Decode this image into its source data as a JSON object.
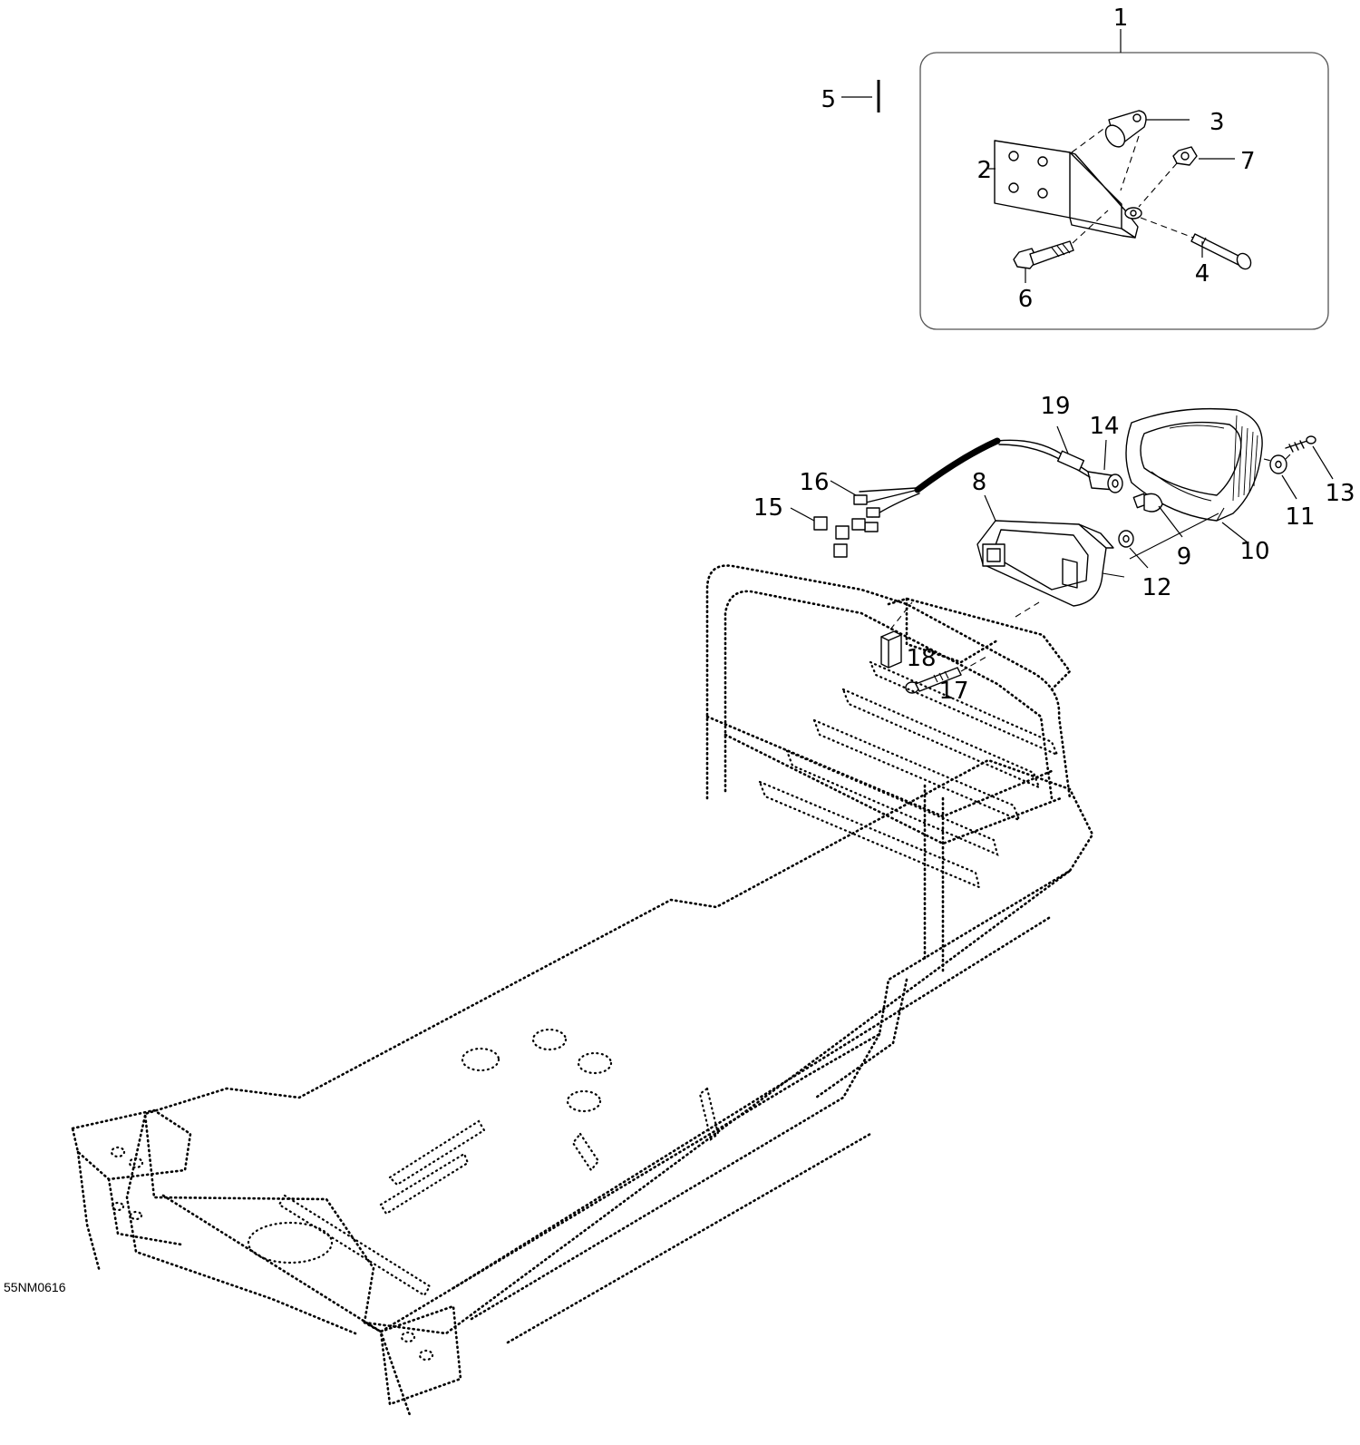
{
  "figure_ref": "55NM0616",
  "callouts": [
    {
      "label": "1"
    },
    {
      "label": "2"
    },
    {
      "label": "3"
    },
    {
      "label": "4"
    },
    {
      "label": "5"
    },
    {
      "label": "6"
    },
    {
      "label": "7"
    },
    {
      "label": "8"
    },
    {
      "label": "9"
    },
    {
      "label": "10"
    },
    {
      "label": "11"
    },
    {
      "label": "12"
    },
    {
      "label": "13"
    },
    {
      "label": "14"
    },
    {
      "label": "15"
    },
    {
      "label": "16"
    },
    {
      "label": "17"
    },
    {
      "label": "18"
    },
    {
      "label": "19"
    }
  ]
}
